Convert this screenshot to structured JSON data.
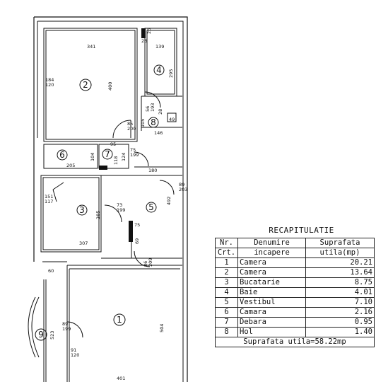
{
  "plan": {
    "rooms": [
      {
        "num": "1"
      },
      {
        "num": "2"
      },
      {
        "num": "3"
      },
      {
        "num": "4"
      },
      {
        "num": "5"
      },
      {
        "num": "6"
      },
      {
        "num": "7"
      },
      {
        "num": "8"
      },
      {
        "num": "9"
      }
    ],
    "dims": {
      "d341": "341",
      "d139": "139",
      "d26a": "26",
      "d26b": "26",
      "d295": "295",
      "d400": "400",
      "d184": "184",
      "d120a": "120",
      "d56": "56",
      "d193": "193",
      "d28": "28",
      "d49": "49",
      "d85": "85",
      "d200": "200",
      "d105": "105",
      "d146": "146",
      "d95": "95",
      "d75": "75",
      "d199a": "199",
      "d205": "205",
      "d104": "104",
      "d118": "118",
      "d124": "124",
      "d180": "180",
      "d89a": "89",
      "d203": "203",
      "d151": "151",
      "d117": "117",
      "d73": "73",
      "d199b": "199",
      "d285": "285",
      "d492": "492",
      "d307": "307",
      "d75b": "75",
      "d69": "69",
      "d86": "86",
      "d209": "209",
      "d60": "60",
      "d89b": "89",
      "d199c": "199",
      "d523": "523",
      "d91": "91",
      "d120b": "120",
      "d504": "504",
      "d401": "401"
    }
  },
  "recap": {
    "title": "RECAPITULATIE",
    "headers": {
      "nr1": "Nr.",
      "nr2": "Crt.",
      "den1": "Denumire",
      "den2": "incapere",
      "sup1": "Suprafata",
      "sup2": "utila(mp)"
    },
    "rows": [
      {
        "nr": "1",
        "name": "Camera",
        "area": "20.21"
      },
      {
        "nr": "2",
        "name": "Camera",
        "area": "13.64"
      },
      {
        "nr": "3",
        "name": "Bucatarie",
        "area": "8.75"
      },
      {
        "nr": "4",
        "name": "Baie",
        "area": "4.01"
      },
      {
        "nr": "5",
        "name": "Vestibul",
        "area": "7.10"
      },
      {
        "nr": "6",
        "name": "Camara",
        "area": "2.16"
      },
      {
        "nr": "7",
        "name": "Debara",
        "area": "0.95"
      },
      {
        "nr": "8",
        "name": "Hol",
        "area": "1.40"
      }
    ],
    "total": "Suprafata utila=58.22mp"
  }
}
